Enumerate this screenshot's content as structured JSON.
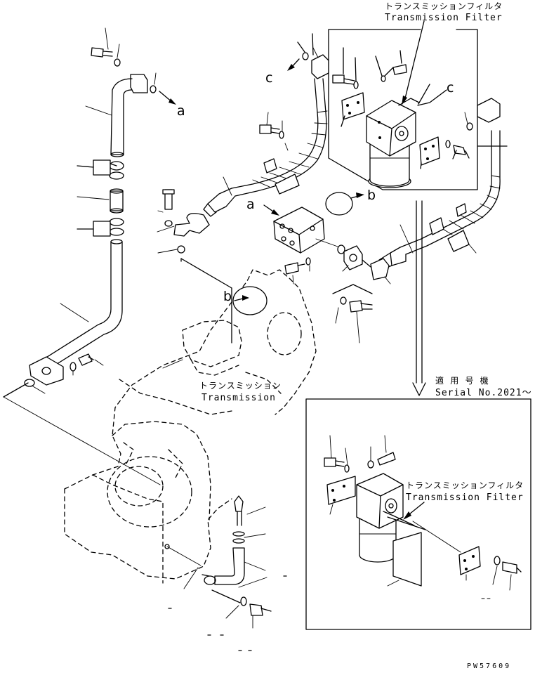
{
  "labels": {
    "filter_top_jp": "トランスミッションフィルタ",
    "filter_top_en": "Transmission Filter",
    "filter_inset_jp": "トランスミッションフィルタ",
    "filter_inset_en": "Transmission Filter",
    "transmission_jp": "トランスミッション",
    "transmission_en": "Transmission",
    "serial_jp": "適 用 号 機",
    "serial_en": "Serial No.2021～",
    "ref_a_1": "a",
    "ref_a_2": "a",
    "ref_b_1": "b",
    "ref_b_2": "b",
    "ref_c_1": "c",
    "ref_c_2": "c",
    "drawing_code": "PW57609"
  }
}
